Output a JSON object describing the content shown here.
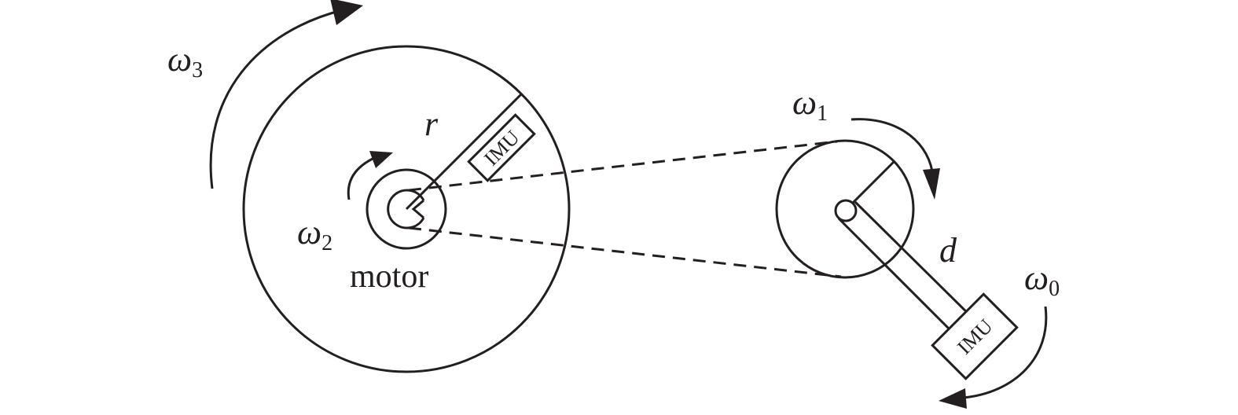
{
  "labels": {
    "omega_symbol": "ω",
    "omega3_sub": "3",
    "omega2_sub": "2",
    "omega1_sub": "1",
    "omega0_sub": "0",
    "radius": "r",
    "distance": "d",
    "motor": "motor",
    "imu_large": "IMU",
    "imu_small": "IMU"
  },
  "colors": {
    "ink": "#231f20",
    "background": "#ffffff"
  }
}
